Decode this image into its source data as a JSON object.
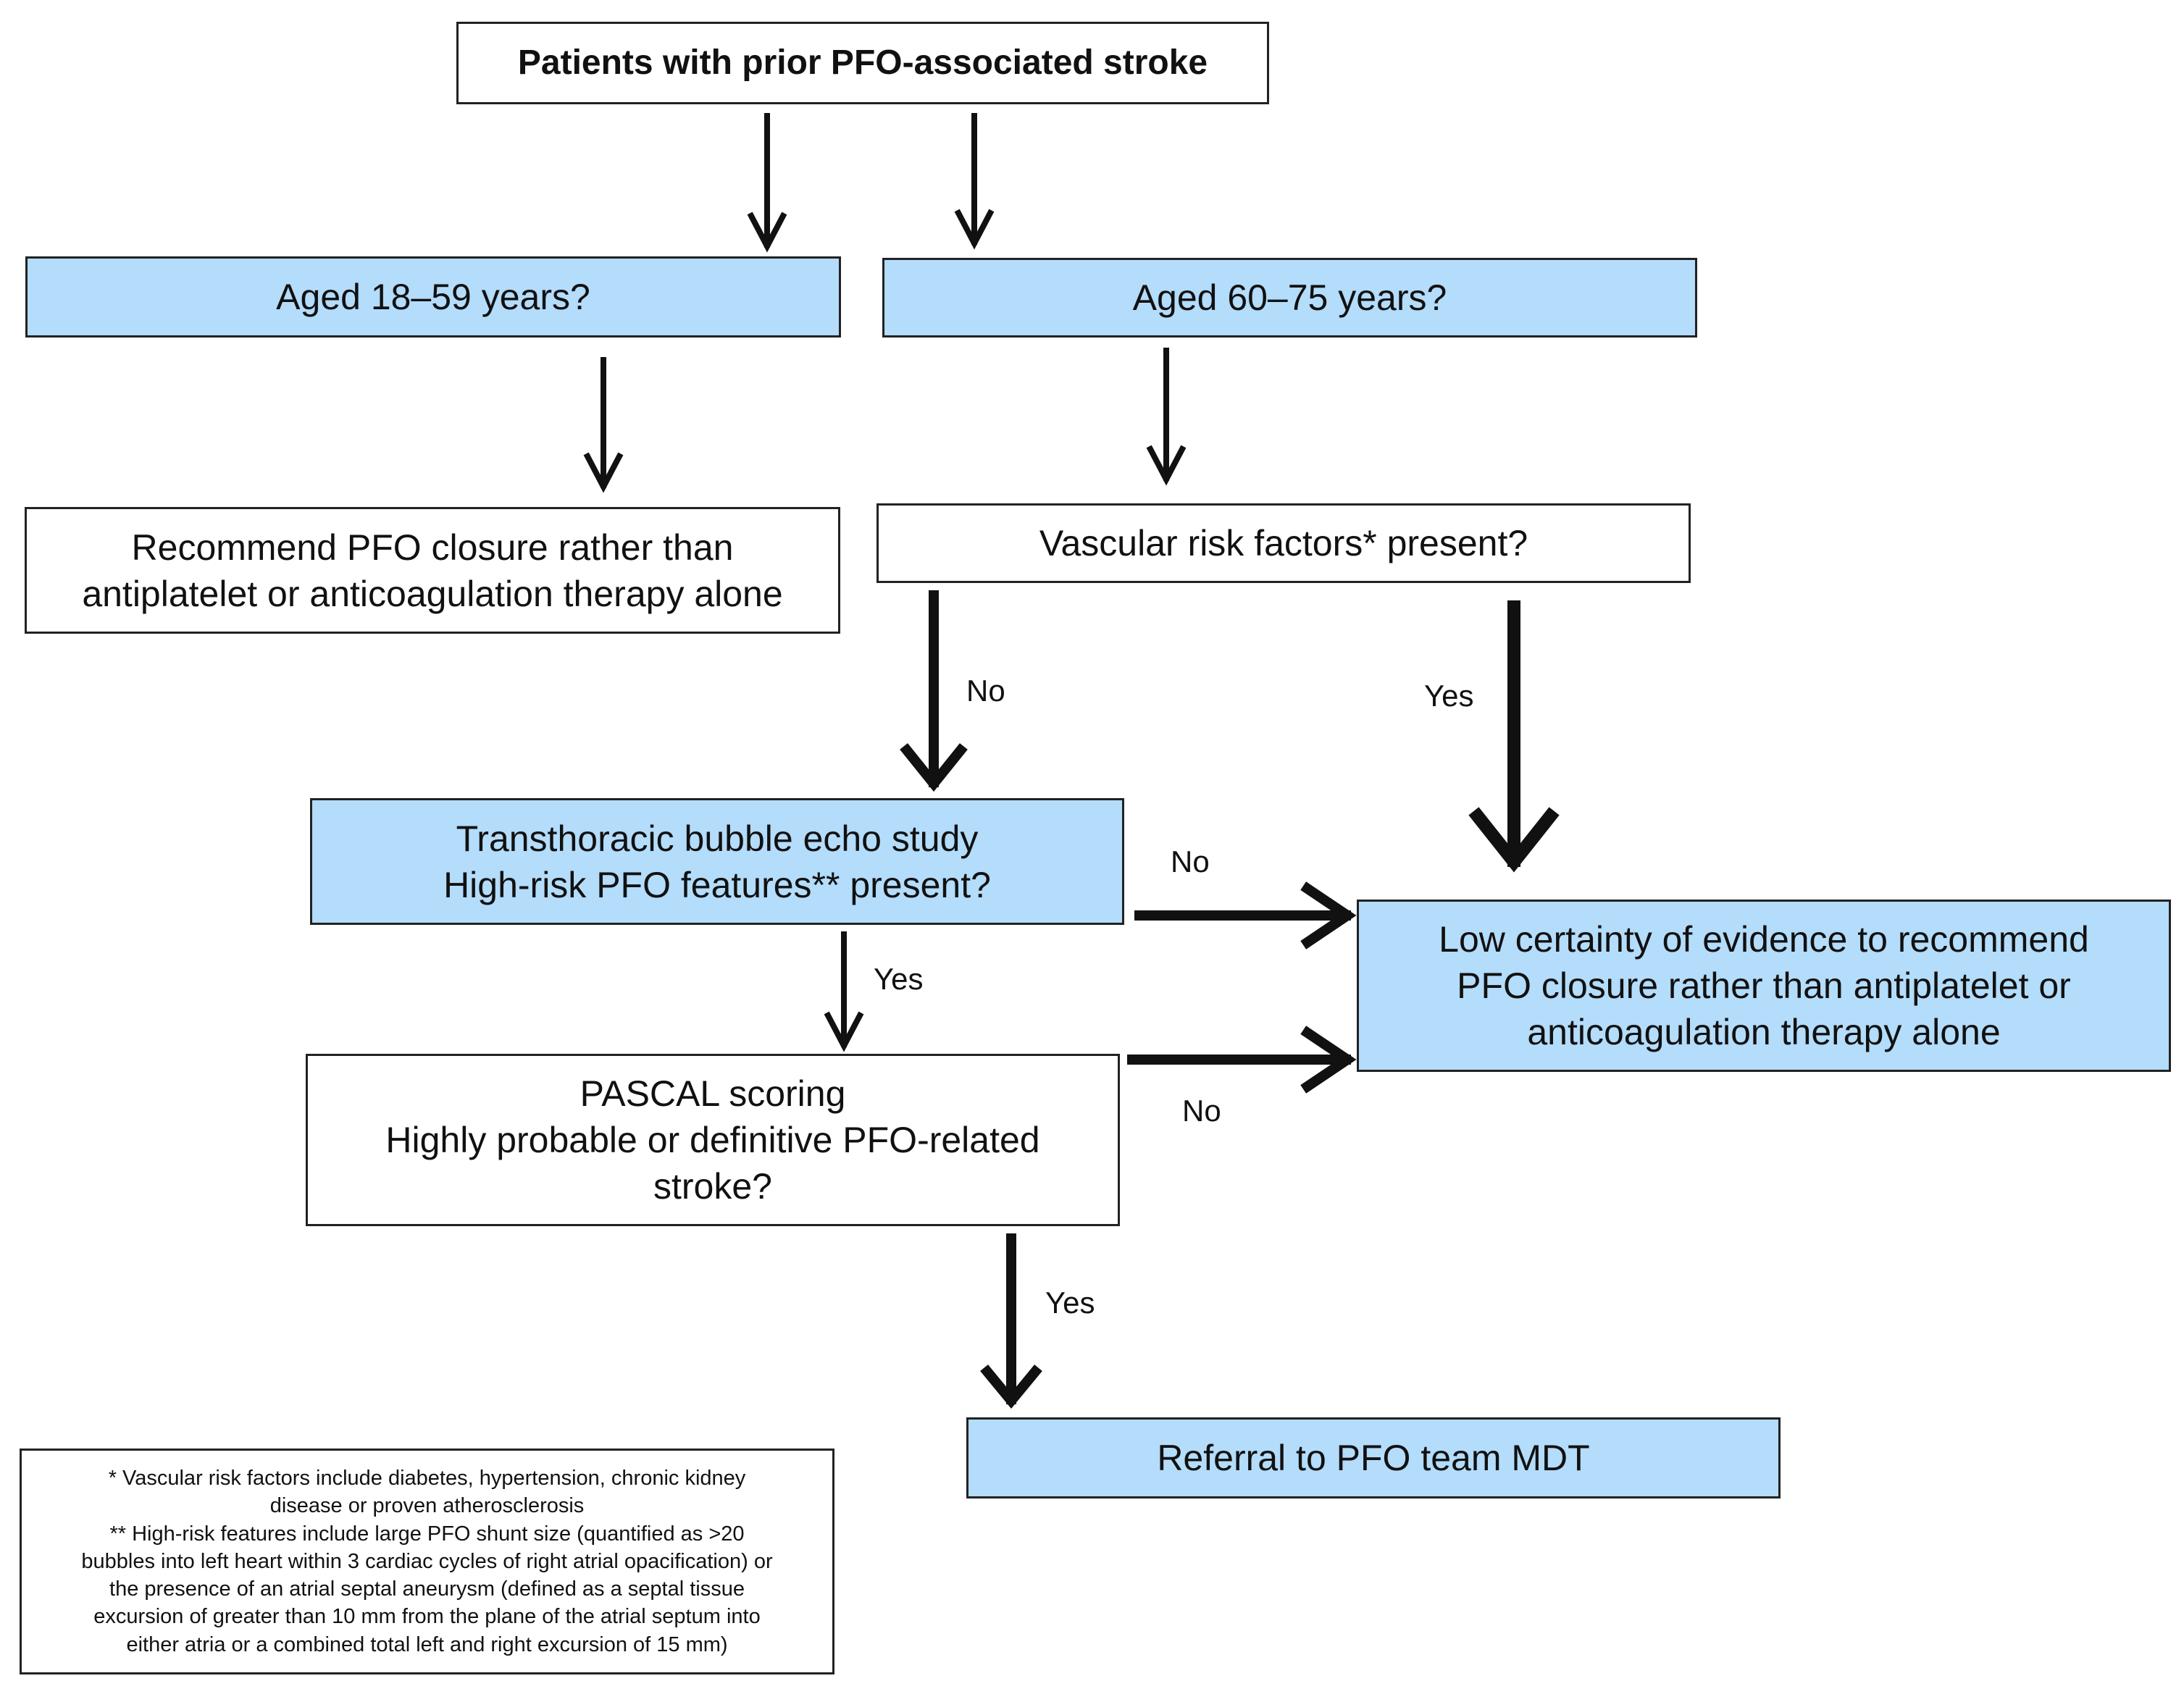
{
  "nodes": {
    "start": "Patients with prior PFO-associated stroke",
    "age_young": "Aged 18–59 years?",
    "age_old": "Aged 60–75 years?",
    "recommend": [
      "Recommend PFO closure rather than",
      "antiplatelet or anticoagulation therapy alone"
    ],
    "vascular": "Vascular risk factors* present?",
    "echo": [
      "Transthoracic bubble echo study",
      "High-risk PFO features** present?"
    ],
    "low_certainty": [
      "Low certainty of evidence to recommend",
      "PFO closure rather than antiplatelet or",
      "anticoagulation therapy alone"
    ],
    "pascal": [
      "PASCAL scoring",
      "Highly probable or definitive PFO-related",
      "stroke?"
    ],
    "referral": "Referral to PFO team MDT"
  },
  "edge_labels": {
    "vascular_no": "No",
    "vascular_yes": "Yes",
    "echo_no": "No",
    "echo_yes": "Yes",
    "pascal_no": "No",
    "pascal_yes": "Yes"
  },
  "footnote": [
    "* Vascular risk factors include diabetes, hypertension, chronic kidney",
    "disease or proven atherosclerosis",
    "** High-risk features include large PFO shunt size (quantified as >20",
    "bubbles into left heart within 3 cardiac cycles of right atrial opacification) or",
    "the presence of an atrial septal aneurysm (defined as a septal tissue",
    "excursion of greater than 10 mm from the plane of the atrial septum into",
    "either atria or a combined total left and right excursion of 15 mm)"
  ],
  "colors": {
    "decision_fill": "#b4dcfb",
    "plain_fill": "#ffffff",
    "stroke": "#222222"
  }
}
